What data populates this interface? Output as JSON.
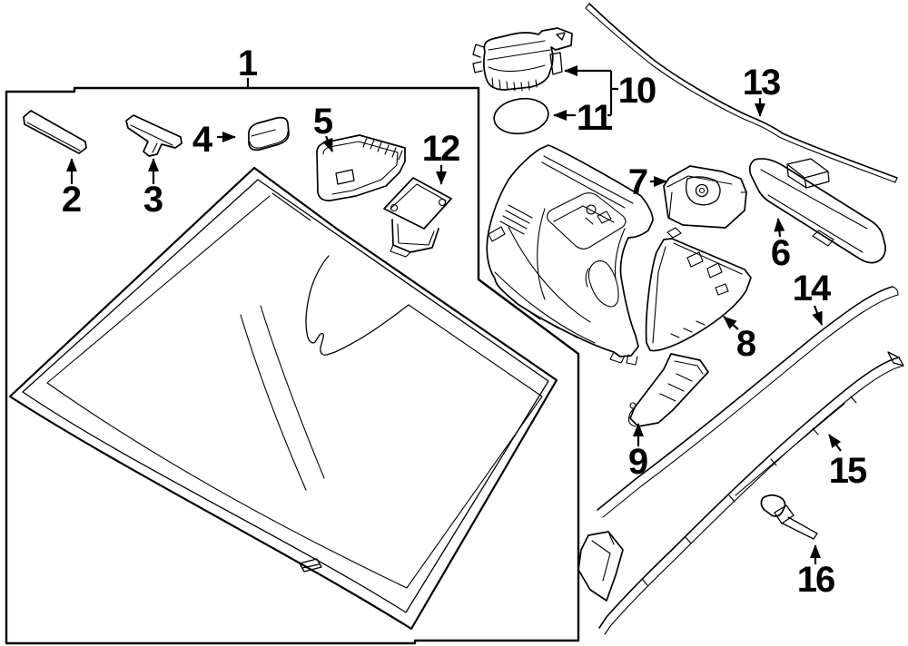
{
  "diagram": {
    "type": "exploded-parts-diagram",
    "subject": "windshield-and-glass-components",
    "background_color": "#ffffff",
    "line_color": "#000000",
    "callouts": [
      {
        "label": "1"
      },
      {
        "label": "2"
      },
      {
        "label": "3"
      },
      {
        "label": "4"
      },
      {
        "label": "5"
      },
      {
        "label": "6"
      },
      {
        "label": "7"
      },
      {
        "label": "8"
      },
      {
        "label": "9"
      },
      {
        "label": "10"
      },
      {
        "label": "11"
      },
      {
        "label": "12"
      },
      {
        "label": "13"
      },
      {
        "label": "14"
      },
      {
        "label": "15"
      },
      {
        "label": "16"
      }
    ]
  }
}
